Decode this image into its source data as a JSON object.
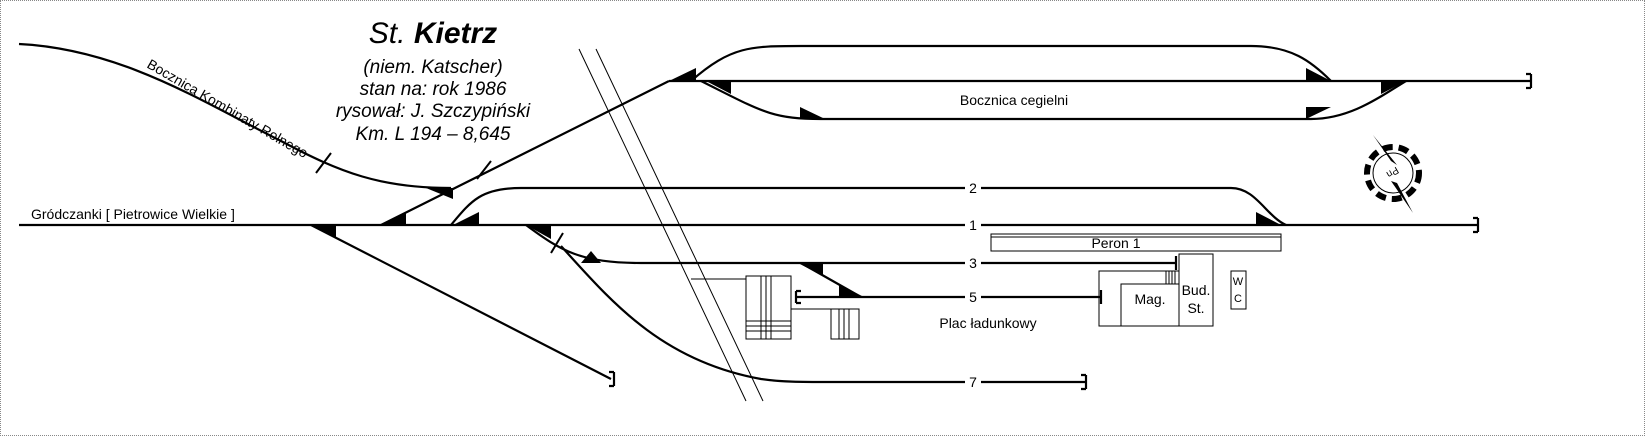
{
  "title": {
    "prefix": "St.",
    "name": "Kietrz",
    "lines": [
      "(niem. Katscher)",
      "stan na: rok 1986",
      "rysował: J. Szczypiński",
      "Km. L 194 – 8,645"
    ]
  },
  "labels": {
    "direction": "Gródczanki [ Pietrowice Wielkie ]",
    "siding_agri": "Bocznica Kombinaty Rolnego",
    "siding_brick": "Bocznica cegielni",
    "platform": "Peron 1",
    "loading_yard": "Plac ładunkowy",
    "warehouse": "Mag.",
    "station_building_1": "Bud.",
    "station_building_2": "St.",
    "wc_1": "W",
    "wc_2": "C",
    "compass": "Pn"
  },
  "tracks": [
    "1",
    "2",
    "3",
    "5",
    "7"
  ]
}
